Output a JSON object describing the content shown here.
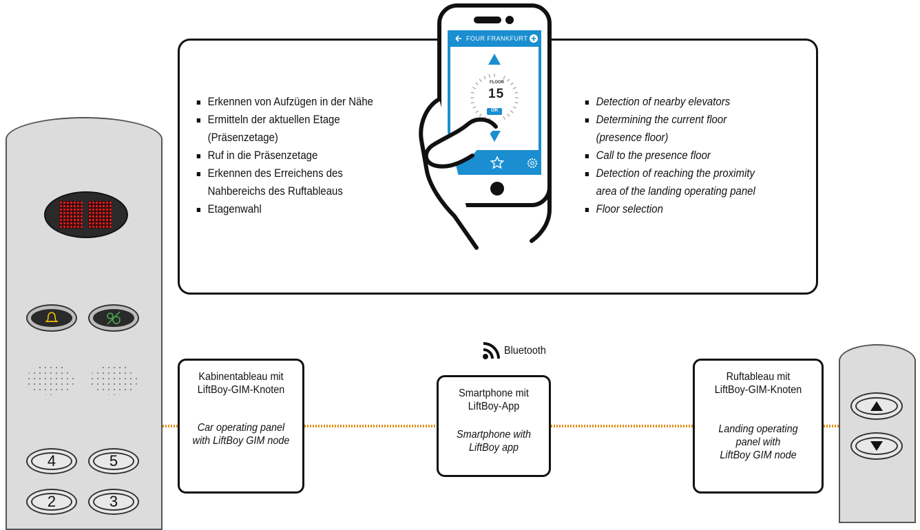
{
  "info_box": {
    "de_items": [
      {
        "lines": [
          "Erkennen von Aufzügen in der Nähe"
        ]
      },
      {
        "lines": [
          "Ermitteln der aktuellen Etage",
          "(Präsenzetage)"
        ]
      },
      {
        "lines": [
          "Ruf in die Präsenzetage"
        ]
      },
      {
        "lines": [
          "Erkennen des Erreichens des",
          "Nahbereichs des Ruftableaus"
        ]
      },
      {
        "lines": [
          "Etagenwahl"
        ]
      }
    ],
    "en_items": [
      {
        "lines": [
          "Detection of nearby elevators"
        ]
      },
      {
        "lines": [
          "Determining the current floor",
          "(presence floor)"
        ]
      },
      {
        "lines": [
          "Call to the presence floor"
        ]
      },
      {
        "lines": [
          "Detection of reaching the proximity",
          "area of the landing operating panel"
        ]
      },
      {
        "lines": [
          "Floor selection"
        ]
      }
    ]
  },
  "phone": {
    "header_title": "FOUR FRANKFURT",
    "floor_label": "FLOOR",
    "floor_value": "15",
    "ok_label": "OK",
    "icons": [
      "back-arrow-icon",
      "plus-icon",
      "up-arrow-icon",
      "down-arrow-icon",
      "star-icon",
      "gear-icon"
    ],
    "screen_color": "#1a8ed0"
  },
  "bluetooth": {
    "label": "Bluetooth"
  },
  "nodes": {
    "car": {
      "de": [
        "Kabinentableau mit",
        "LiftBoy-GIM-Knoten"
      ],
      "en": [
        "Car operating panel",
        "with LiftBoy GIM node"
      ]
    },
    "phone": {
      "de": [
        "Smartphone mit",
        "LiftBoy-App"
      ],
      "en": [
        "Smartphone with",
        "LiftBoy app"
      ]
    },
    "landing": {
      "de": [
        "Ruftableau mit",
        "LiftBoy-GIM-Knoten"
      ],
      "en": [
        "Landing operating",
        "panel with",
        "LiftBoy GIM node"
      ]
    }
  },
  "car_panel": {
    "floor_buttons": [
      "4",
      "5",
      "2",
      "3"
    ],
    "icons": [
      "bell-icon",
      "door-open-close-icon"
    ],
    "display_color": "#e02020"
  },
  "landing_panel": {
    "icons": [
      "up-triangle-icon",
      "down-triangle-icon"
    ]
  },
  "colors": {
    "link_dots": "#e58a10",
    "bell": "#f2c000",
    "door_icon": "#4caf50"
  }
}
